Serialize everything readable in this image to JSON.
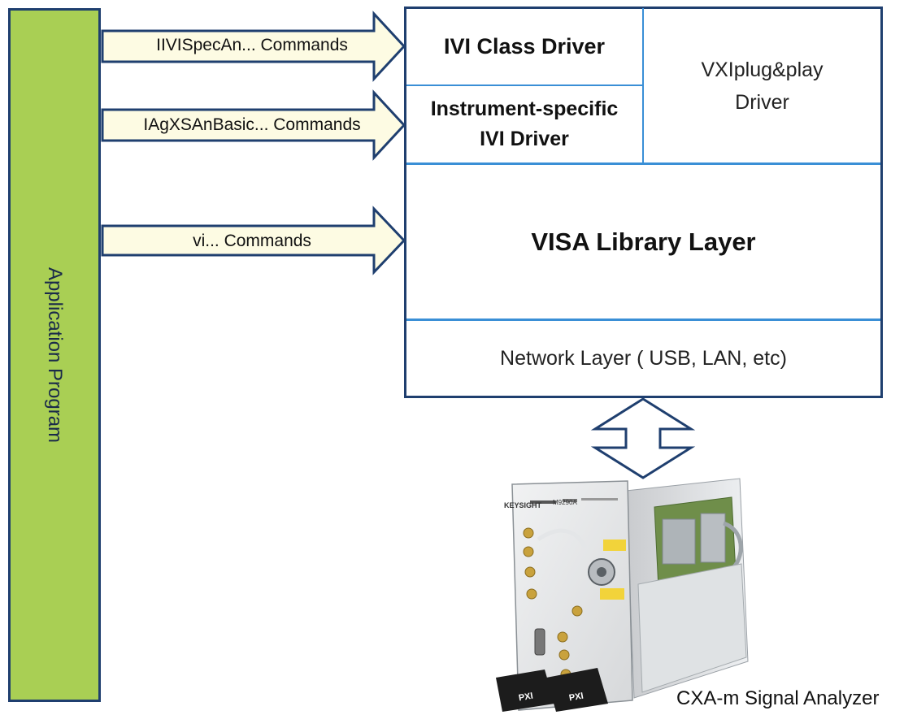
{
  "application_program": "Application Program",
  "arrows": [
    {
      "label": "IIVISpecAn... Commands"
    },
    {
      "label": "IAgXSAnBasic... Commands"
    },
    {
      "label": "vi... Commands"
    }
  ],
  "driver_stack": {
    "ivi_class_driver": "IVI Class Driver",
    "instrument_specific_line1": "Instrument-specific",
    "instrument_specific_line2": "IVI Driver",
    "vxiplug_line1": "VXIplug&play",
    "vxiplug_line2": "Driver",
    "visa_layer": "VISA Library Layer",
    "network_layer": "Network Layer ( USB, LAN, etc)"
  },
  "instrument": {
    "caption": "CXA-m Signal Analyzer",
    "brand": "KEYSIGHT",
    "model": "M9290A",
    "badge": "PXI"
  },
  "colors": {
    "app_bar": "#a9cf54",
    "arrow_fill": "#fdfbe3",
    "border_dark": "#1f3f6f",
    "border_light": "#3a8fd6"
  }
}
